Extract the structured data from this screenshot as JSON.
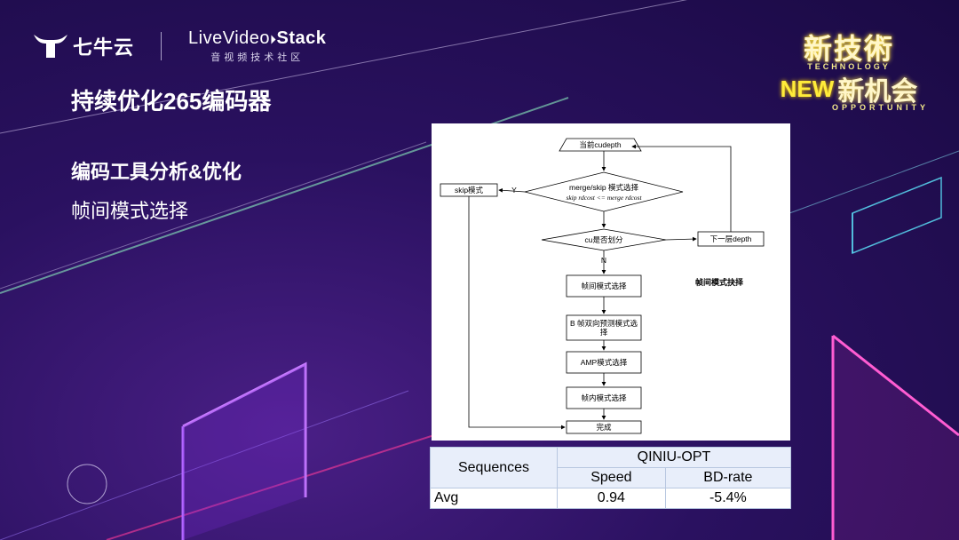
{
  "logo": {
    "qiniu_text": "七牛云",
    "lvs_text_light": "Live",
    "lvs_text_mid": "Video",
    "lvs_text_bold": "Stack",
    "lvs_sub": "音视频技术社区"
  },
  "brand": {
    "top": "新技術",
    "tech": "TECHNOLOGY",
    "new_word": "NEW",
    "bottom": "新机会",
    "opportunity": "OPPORTUNITY"
  },
  "slide": {
    "title": "持续优化265编码器",
    "subtitle": "编码工具分析&优化",
    "subtitle2": "帧间模式选择"
  },
  "flow": {
    "start": "当前cudepth",
    "decision1_line1": "merge/skip 模式选择",
    "decision1_line2": "skip rdcost <= merge rdcost",
    "skip": "skip模式",
    "yes": "Y",
    "decision2": "cu是否划分",
    "next_depth": "下一层depth",
    "no": "N",
    "step1": "帧间模式选择",
    "step2_line1": "B 帧双向预测模式选",
    "step2_line2": "择",
    "step3": "AMP模式选择",
    "step4": "帧内模式选择",
    "done": "完成",
    "caption": "帧间模式抉择"
  },
  "table": {
    "col_sequences": "Sequences",
    "col_group": "QINIU-OPT",
    "col_speed": "Speed",
    "col_bdrate": "BD-rate",
    "row_label": "Avg",
    "row_speed": "0.94",
    "row_bdrate": "-5.4%"
  }
}
